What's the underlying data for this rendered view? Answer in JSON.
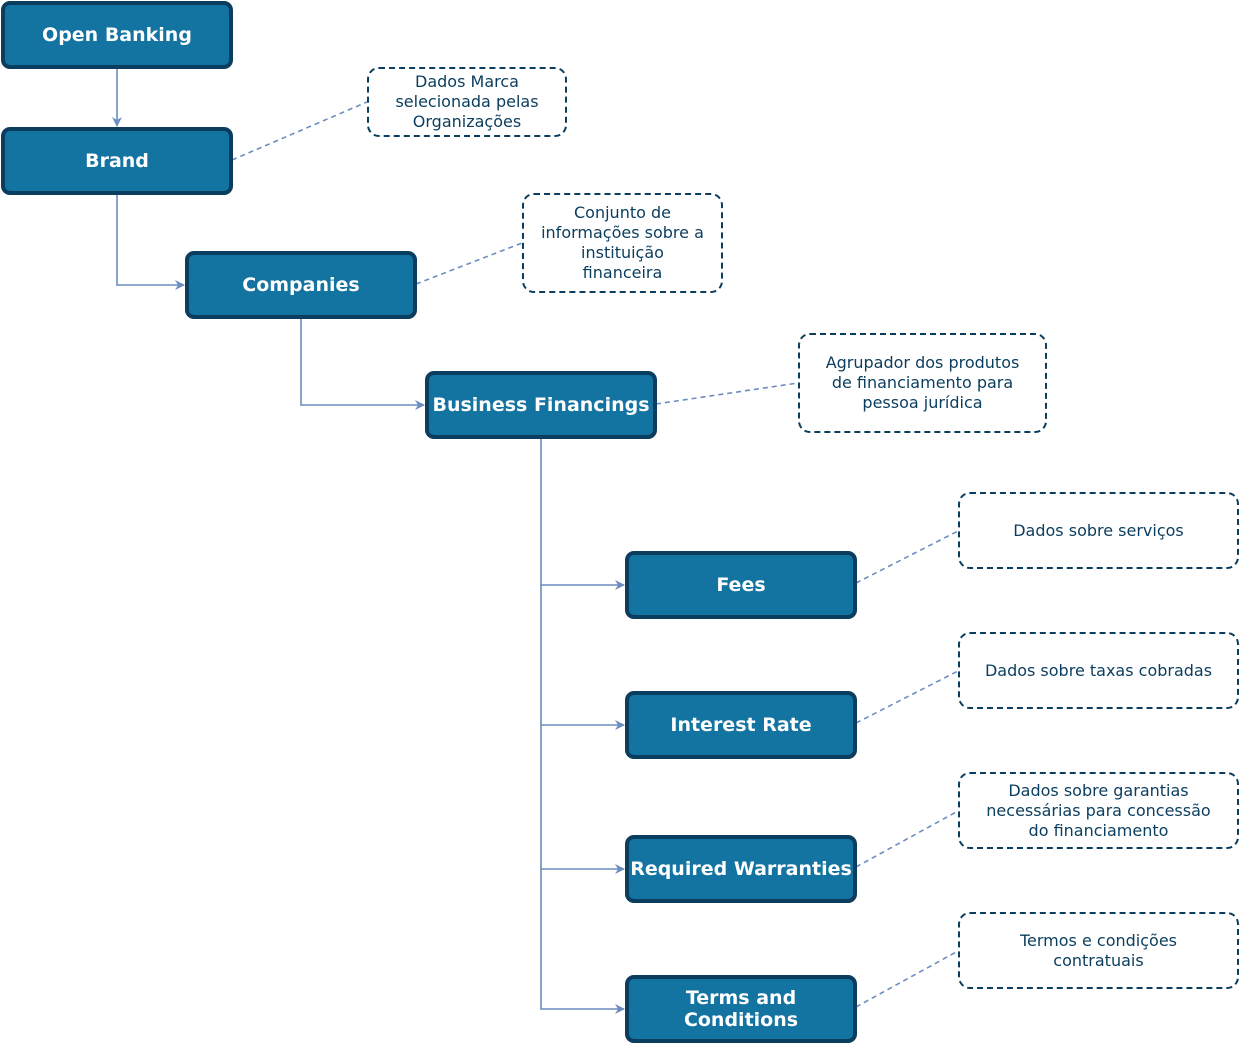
{
  "diagram": {
    "nodes": {
      "open_banking": "Open Banking",
      "brand": "Brand",
      "companies": "Companies",
      "business_financings": "Business Financings",
      "fees": "Fees",
      "interest_rate": "Interest Rate",
      "required_warranties": "Required Warranties",
      "terms_conditions": "Terms and Conditions"
    },
    "notes": {
      "brand": "Dados Marca\nselecionada pelas\nOrganizações",
      "companies": "Conjunto de\ninformações sobre a\ninstituição\nfinanceira",
      "business_financings": "Agrupador dos produtos\nde financiamento para\npessoa jurídica",
      "fees": "Dados sobre serviços",
      "interest_rate": "Dados sobre taxas cobradas",
      "required_warranties": "Dados sobre garantias\nnecessárias para concessão\ndo financiamento",
      "terms_conditions": "Termos e condições\ncontratuais"
    },
    "colors": {
      "node_fill": "#1373a1",
      "node_border": "#0a3d5e",
      "connector": "#6c8ebf",
      "note_border": "#0a3d5e"
    }
  }
}
